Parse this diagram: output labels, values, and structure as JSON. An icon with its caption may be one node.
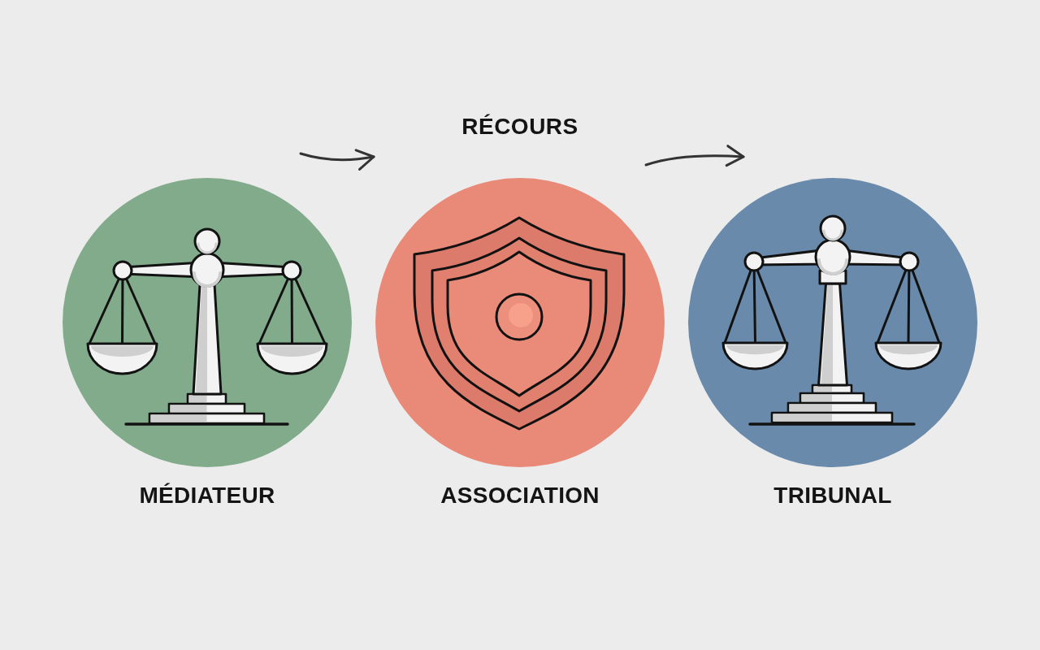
{
  "diagram": {
    "title": "RÉCOURS",
    "nodes": [
      {
        "text": [
          "MÉDIATEUR"
        ]
      },
      {
        "text": [
          "ASSOCIATION"
        ]
      },
      {
        "text": [
          "TRIBUNAL"
        ]
      }
    ],
    "edges": [
      {
        "from": 0,
        "to": 1,
        "arrow": "to"
      },
      {
        "from": 1,
        "to": 2,
        "arrow": "to"
      }
    ]
  }
}
